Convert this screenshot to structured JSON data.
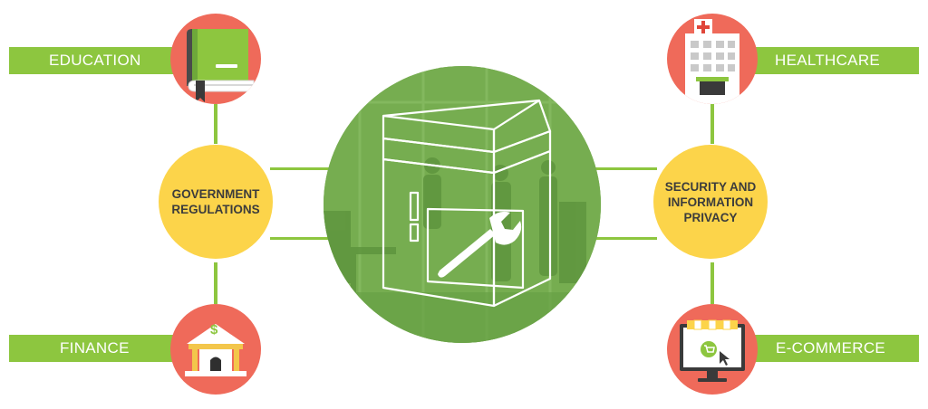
{
  "colors": {
    "green": "#8dc63f",
    "coral": "#ef6a5a",
    "yellow": "#fcd44a",
    "center_green": "#6fa84a",
    "text_dark": "#3c3c3c"
  },
  "banners": {
    "education": "EDUCATION",
    "finance": "FINANCE",
    "healthcare": "HEALTHCARE",
    "ecommerce": "E-COMMERCE"
  },
  "hubs": {
    "left": "GOVERNMENT\nREGULATIONS",
    "right": "SECURITY AND\nINFORMATION\nPRIVACY"
  },
  "icons": {
    "education": "book-icon",
    "finance": "bank-icon",
    "healthcare": "hospital-icon",
    "ecommerce": "online-shop-icon",
    "center": "software-box-wrench-icon"
  },
  "bank_symbol": "$"
}
